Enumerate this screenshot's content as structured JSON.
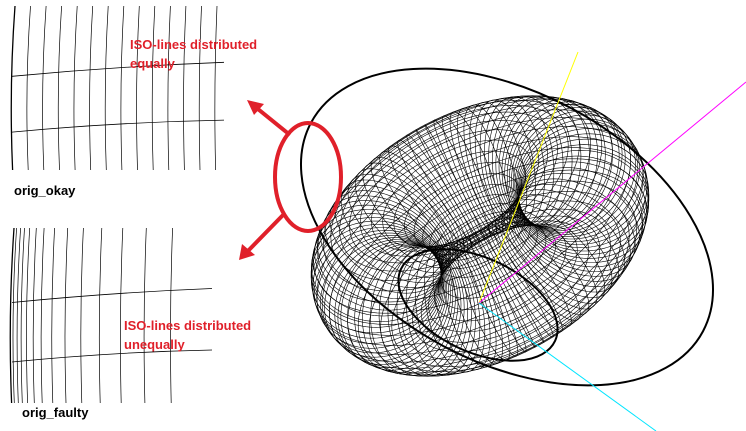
{
  "panels": {
    "okay": {
      "caption": "orig_okay",
      "annotation_line1": "ISO-lines distributed",
      "annotation_line2": "equally",
      "iso_spacing": "equal"
    },
    "faulty": {
      "caption": "orig_faulty",
      "annotation_line1": "ISO-lines distributed",
      "annotation_line2": "unequally",
      "iso_spacing": "unequal"
    }
  },
  "torus": {
    "mesh_color": "#000000",
    "highlight_color": "#e0202a"
  },
  "axes": {
    "axis_1_color": "#ffff00",
    "axis_2_color": "#ff00ff",
    "axis_3_color": "#00e5ff"
  },
  "colors": {
    "annotation": "#e0202a",
    "caption": "#000000",
    "background": "#ffffff"
  }
}
